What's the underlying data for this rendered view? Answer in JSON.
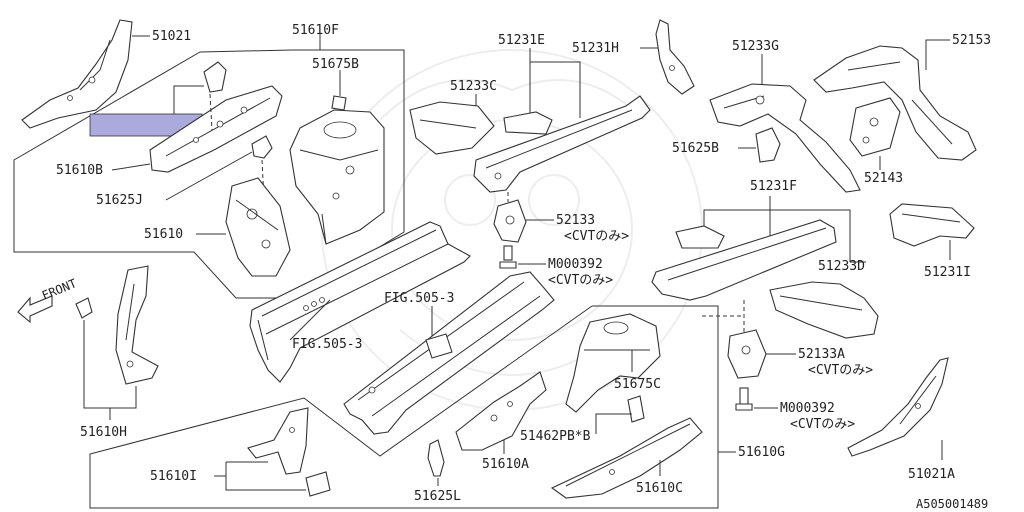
{
  "diagram": {
    "drawing_id": "A505001489",
    "orientation_label": "FRONT",
    "highlight_color": "#aaaadd",
    "labels": {
      "p51021": "51021",
      "p51610F": "51610F",
      "p51675B": "51675B",
      "p51610B": "51610B",
      "p51625J": "51625J",
      "p51610": "51610",
      "p51231E": "51231E",
      "p51233C": "51233C",
      "p51231H": "51231H",
      "p51233G": "51233G",
      "p52153": "52153",
      "p51625B": "51625B",
      "p52143": "52143",
      "p52133": "52133",
      "p52133_note": "<CVTのみ>",
      "pM000392a": "M000392",
      "pM000392a_note": "<CVTのみ>",
      "p51231F": "51231F",
      "p51231I": "51231I",
      "p51233D": "51233D",
      "pFIG5053a": "FIG.505-3",
      "pFIG5053b": "FIG.505-3",
      "p52133A": "52133A",
      "p52133A_note": "<CVTのみ>",
      "p51610H": "51610H",
      "p51675C": "51675C",
      "pM000392b": "M000392",
      "pM000392b_note": "<CVTのみ>",
      "p51462PB": "51462PB*B",
      "p51610A": "51610A",
      "p51610G": "51610G",
      "p51610I": "51610I",
      "p51625L": "51625L",
      "p51610C": "51610C",
      "p51021A": "51021A"
    }
  }
}
